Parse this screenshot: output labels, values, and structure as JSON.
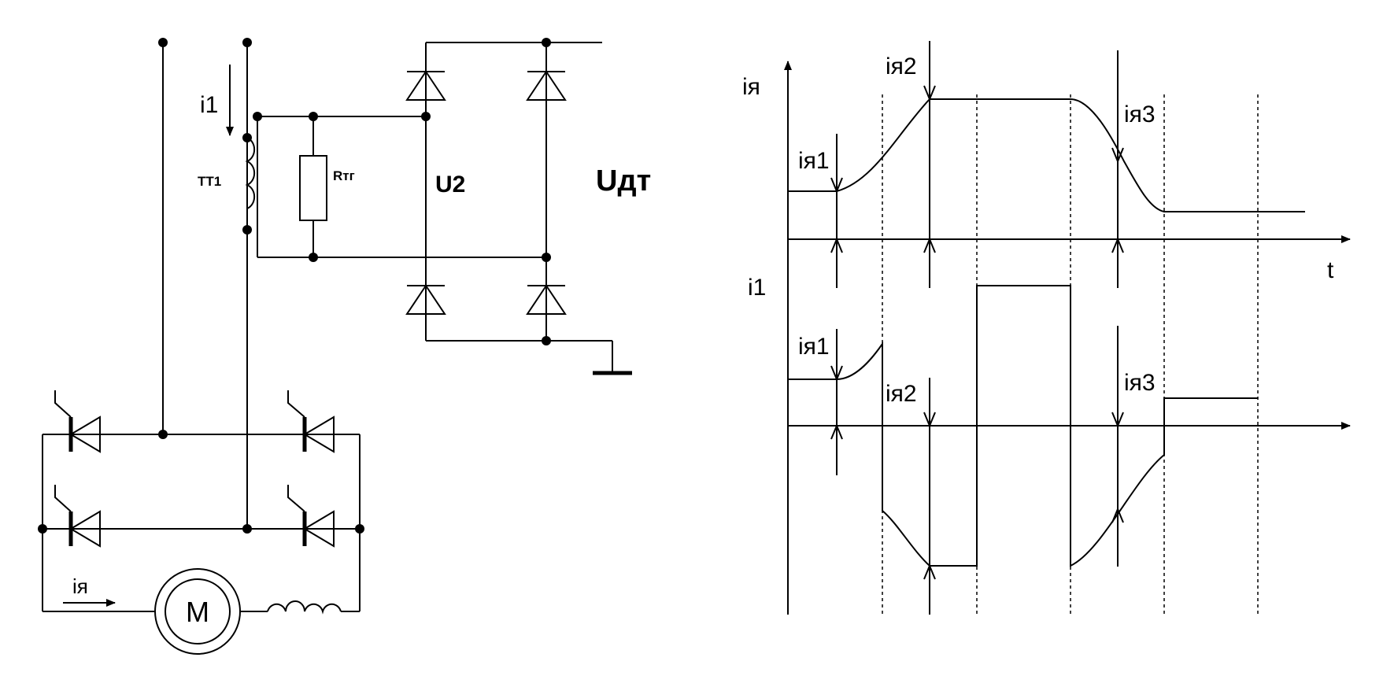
{
  "circuit": {
    "labels": {
      "i1": "i1",
      "tt1": "TT1",
      "rtg": "Rтг",
      "u2": "U2",
      "udt": "Uдт",
      "motor": "M",
      "iya": "iя"
    }
  },
  "timing": {
    "labels": {
      "iya_axis": "iя",
      "t_axis": "t",
      "i1_axis": "i1",
      "iya1_top": "iя1",
      "iya2_top": "iя2",
      "iya3_top": "iя3",
      "iya1_bottom": "iя1",
      "iya2_bottom": "iя2",
      "iya3_bottom": "iя3"
    }
  }
}
